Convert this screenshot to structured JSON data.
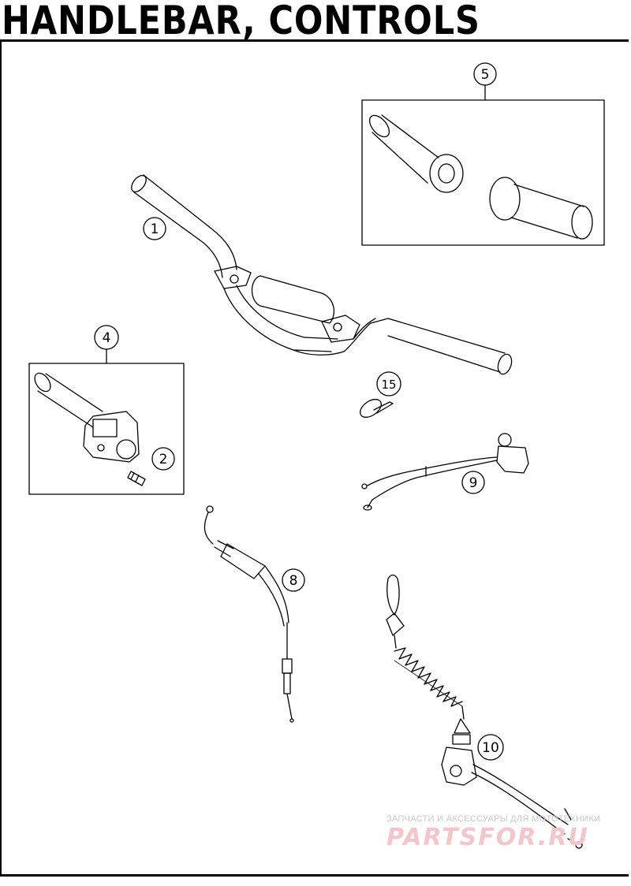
{
  "title": "HANDLEBAR, CONTROLS",
  "callouts": {
    "c1": "1",
    "c2": "2",
    "c4": "4",
    "c5": "5",
    "c8": "8",
    "c9": "9",
    "c10": "10",
    "c15": "15"
  },
  "watermark": {
    "tagline": "ЗАПЧАСТИ И АКСЕССУАРЫ ДЛЯ МОТОТЕХНИКИ",
    "brand": "PARTSFOR.RU"
  }
}
